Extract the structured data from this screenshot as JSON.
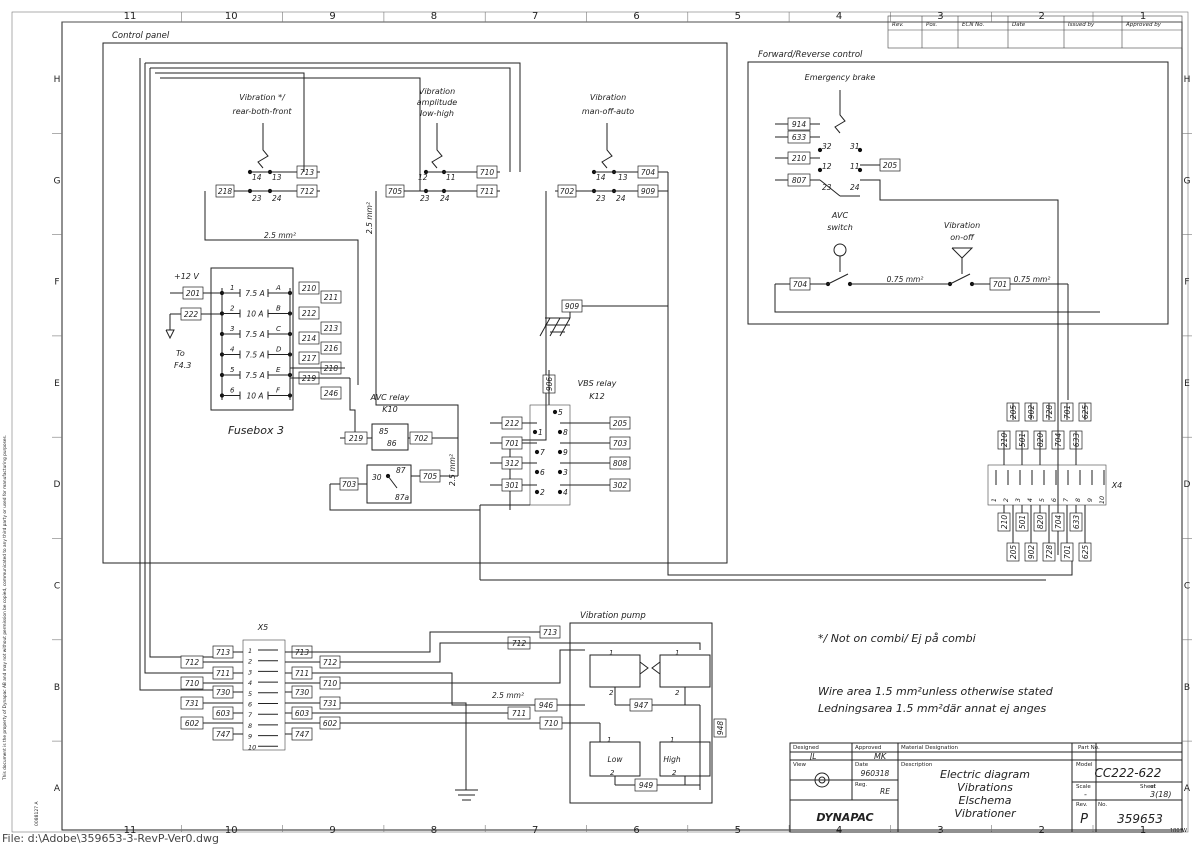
{
  "grid": {
    "top_numbers": [
      "11",
      "10",
      "9",
      "8",
      "7",
      "6",
      "5",
      "4",
      "3",
      "2",
      "1"
    ],
    "side_letters": [
      "H",
      "G",
      "F",
      "E",
      "D",
      "C",
      "B",
      "A"
    ]
  },
  "revision_table": {
    "headers": [
      "Rev.",
      "Pos.",
      "ECN No.",
      "Date",
      "Issued by",
      "Approved by"
    ]
  },
  "sections": {
    "control_panel": "Control panel",
    "forward_reverse": "Forward/Reverse control",
    "vibration_pump": "Vibration pump",
    "x5": "X5",
    "x4": "X4"
  },
  "switches": {
    "vib_rbf": [
      "Vibration */",
      "rear-both-front"
    ],
    "vib_amp": [
      "Vibration",
      "amplitude",
      "low-high"
    ],
    "vib_moa": [
      "Vibration",
      "man-off-auto"
    ],
    "emergency_brake": "Emergency brake",
    "avc_switch": [
      "AVC",
      "switch"
    ],
    "vib_onoff": [
      "Vibration",
      "on-off"
    ]
  },
  "contacts": {
    "rbf": [
      "14",
      "13",
      "23",
      "24"
    ],
    "amp": [
      "12",
      "11",
      "23",
      "24"
    ],
    "moa": [
      "14",
      "13",
      "23",
      "24"
    ],
    "eb": [
      "32",
      "31",
      "12",
      "11",
      "23",
      "24"
    ]
  },
  "wires": {
    "w713": "713",
    "w712": "712",
    "w218": "218",
    "w710": "710",
    "w711": "711",
    "w705": "705",
    "w704": "704",
    "w909": "909",
    "w702": "702",
    "w914": "914",
    "w633": "633",
    "w210": "210",
    "w807": "807",
    "w205": "205",
    "w201": "201",
    "w222": "222",
    "w211": "211",
    "w212": "212",
    "w213": "213",
    "w214": "214",
    "w216": "216",
    "w217": "217",
    "w219": "219",
    "w246": "246",
    "w906": "906",
    "w703": "703",
    "w701": "701",
    "w312": "312",
    "w301": "301",
    "w808": "808",
    "w302": "302",
    "w730": "730",
    "w731": "731",
    "w603": "603",
    "w602": "602",
    "w747": "747",
    "w946": "946",
    "w947": "947",
    "w948": "948",
    "w949": "949",
    "w625": "625",
    "w902": "902",
    "w820": "820",
    "w728": "728",
    "w501": "501"
  },
  "area_labels": {
    "a25": "2.5 mm²",
    "a075": "0.75 mm²"
  },
  "fusebox": {
    "title": "Fusebox 3",
    "supply": "+12 V",
    "to": [
      "To",
      "F4.3"
    ],
    "left_numbers": [
      "1",
      "2",
      "3",
      "4",
      "5",
      "6"
    ],
    "ratings": [
      "7.5 A",
      "10 A",
      "7.5 A",
      "7.5 A",
      "7.5 A",
      "10 A"
    ],
    "right_letters": [
      "A",
      "B",
      "C",
      "D",
      "E",
      "F"
    ]
  },
  "avc_relay": {
    "title": [
      "AVC relay",
      "K10"
    ],
    "pins": [
      "85",
      "86",
      "87",
      "30",
      "87a"
    ]
  },
  "vbs_relay": {
    "title": [
      "VBS relay",
      "K12"
    ],
    "pins": [
      "5",
      "1",
      "8",
      "7",
      "9",
      "6",
      "3",
      "2",
      "4"
    ]
  },
  "x5_pins": [
    "1",
    "2",
    "3",
    "4",
    "5",
    "6",
    "7",
    "8",
    "9",
    "10"
  ],
  "x4": {
    "top_row1": [
      "205",
      "902",
      "728",
      "701",
      "625"
    ],
    "top_row2": [
      "210",
      "501",
      "820",
      "704",
      "633"
    ],
    "pins": [
      "1",
      "2",
      "3",
      "4",
      "5",
      "6",
      "7",
      "8",
      "9",
      "10"
    ],
    "bottom_row1": [
      "210",
      "501",
      "820",
      "704",
      "633"
    ],
    "bottom_row2": [
      "205",
      "902",
      "728",
      "701",
      "625"
    ]
  },
  "pump": {
    "low": "Low",
    "high": "High",
    "coil_pins": [
      "1",
      "2"
    ]
  },
  "notes": {
    "combi": "*/ Not on combi/ Ej på combi",
    "wire_area_1": "Wire area 1.5 mm²unless otherwise stated",
    "wire_area_2": "Ledningsarea 1.5 mm²där annat ej anges"
  },
  "title_block": {
    "designed_label": "Designed",
    "designed": "JL",
    "approved_label": "Approved",
    "approved": "MK",
    "material_label": "Material Designation",
    "part_label": "Part No.",
    "view_label": "View",
    "date_label": "Date",
    "date": "960318",
    "description_label": "Description",
    "reg_label": "Reg.",
    "reg": "RE",
    "desc": [
      "Electric diagram",
      "Vibrations",
      "Elschema",
      "Vibrationer"
    ],
    "model_label": "Model",
    "model": "CC222-622",
    "scale_label": "Scale",
    "scale": "-",
    "sheet_label": "Sheet",
    "sheet_of": "of",
    "sheet": "3(18)",
    "rev_label": "Rev.",
    "no_label": "No.",
    "rev": "P",
    "number": "359653",
    "brand": "DYNAPAC",
    "corner": "180°W"
  },
  "side_note": "This document is the property of Dynapac AB and may not without permission be copied, communicated to any third party or used for manufacturing purposes.",
  "side_code": "0088127 A",
  "footer": "File: d:\\Adobe\\359653-3-RevP-Ver0.dwg"
}
